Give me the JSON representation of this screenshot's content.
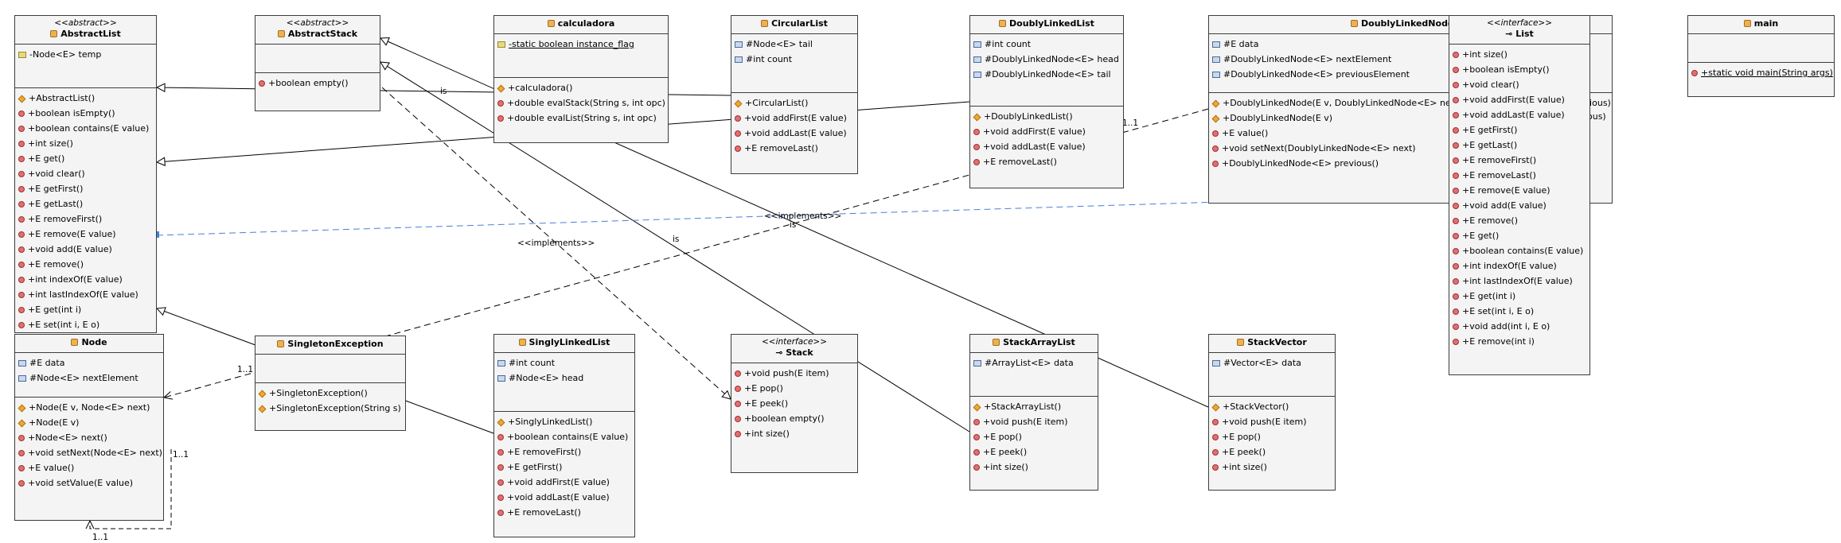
{
  "classes": {
    "abstract_list": {
      "stereotype": "<<abstract>>",
      "name": "AbstractList",
      "fields": [
        "-Node<E> temp"
      ],
      "methods": [
        "+AbstractList()",
        "+boolean isEmpty()",
        "+boolean contains(E value)",
        "+int size()",
        "+E get()",
        "+void clear()",
        "+E getFirst()",
        "+E getLast()",
        "+E removeFirst()",
        "+E remove(E value)",
        "+void add(E value)",
        "+E remove()",
        "+int indexOf(E value)",
        "+int lastIndexOf(E value)",
        "+E get(int i)",
        "+E set(int i, E o)"
      ]
    },
    "abstract_stack": {
      "stereotype": "<<abstract>>",
      "name": "AbstractStack",
      "methods": [
        "+boolean empty()"
      ]
    },
    "calculadora": {
      "name": "calculadora",
      "fields": [
        "-static boolean instance_flag"
      ],
      "methods": [
        "+calculadora()",
        "+double evalStack(String s, int opc)",
        "+double evalList(String s, int opc)"
      ]
    },
    "circular_list": {
      "name": "CircularList",
      "fields": [
        "#Node<E> tail",
        "#int count"
      ],
      "methods": [
        "+CircularList()",
        "+void addFirst(E value)",
        "+void addLast(E value)",
        "+E removeLast()"
      ]
    },
    "doubly_linked_list": {
      "name": "DoublyLinkedList",
      "fields": [
        "#int count",
        "#DoublyLinkedNode<E> head",
        "#DoublyLinkedNode<E> tail"
      ],
      "methods": [
        "+DoublyLinkedList()",
        "+void addFirst(E value)",
        "+void addLast(E value)",
        "+E removeLast()"
      ]
    },
    "doubly_linked_node": {
      "name": "DoublyLinkedNode",
      "fields": [
        "#E data",
        "#DoublyLinkedNode<E> nextElement",
        "#DoublyLinkedNode<E> previousElement"
      ],
      "methods": [
        "+DoublyLinkedNode(E v, DoublyLinkedNode<E> next, DoublyLinkedNode<E> previous)",
        "+DoublyLinkedNode(E v)",
        "+E value()",
        "+void setNext(DoublyLinkedNode<E> next)",
        "+DoublyLinkedNode<E> previous()"
      ]
    },
    "list_iface": {
      "stereotype": "<<interface>>",
      "name": "List",
      "methods": [
        "+int size()",
        "+boolean isEmpty()",
        "+void clear()",
        "+void addFirst(E value)",
        "+void addLast(E value)",
        "+E getFirst()",
        "+E getLast()",
        "+E removeFirst()",
        "+E removeLast()",
        "+E remove(E value)",
        "+void add(E value)",
        "+E remove()",
        "+E get()",
        "+boolean contains(E value)",
        "+int indexOf(E value)",
        "+int lastIndexOf(E value)",
        "+E get(int i)",
        "+E set(int i, E o)",
        "+void add(int i, E o)",
        "+E remove(int i)"
      ]
    },
    "main": {
      "name": "main",
      "methods": [
        "+static void main(String args)"
      ]
    },
    "node": {
      "name": "Node",
      "fields": [
        "#E data",
        "#Node<E> nextElement"
      ],
      "methods": [
        "+Node(E v, Node<E> next)",
        "+Node(E v)",
        "+Node<E> next()",
        "+void setNext(Node<E> next)",
        "+E value()",
        "+void setValue(E value)"
      ]
    },
    "singleton_exception": {
      "name": "SingletonException",
      "methods": [
        "+SingletonException()",
        "+SingletonException(String s)"
      ]
    },
    "singly_linked_list": {
      "name": "SinglyLinkedList",
      "fields": [
        "#int count",
        "#Node<E> head"
      ],
      "methods": [
        "+SinglyLinkedList()",
        "+boolean contains(E value)",
        "+E removeFirst()",
        "+E getFirst()",
        "+void addFirst(E value)",
        "+void addLast(E value)",
        "+E removeLast()"
      ]
    },
    "stack_iface": {
      "stereotype": "<<interface>>",
      "name": "Stack",
      "methods": [
        "+void push(E item)",
        "+E pop()",
        "+E peek()",
        "+boolean empty()",
        "+int size()"
      ]
    },
    "stack_array_list": {
      "name": "StackArrayList",
      "fields": [
        "#ArrayList<E> data"
      ],
      "methods": [
        "+StackArrayList()",
        "+void push(E item)",
        "+E pop()",
        "+E peek()",
        "+int size()"
      ]
    },
    "stack_vector": {
      "name": "StackVector",
      "fields": [
        "#Vector<E> data"
      ],
      "methods": [
        "+StackVector()",
        "+void push(E item)",
        "+E pop()",
        "+E peek()",
        "+int size()"
      ]
    }
  },
  "edge_labels": {
    "is": "is",
    "implements": "<<implements>>",
    "mult_one": "1..1",
    "partial_method": "ous)"
  },
  "colors": {
    "class_fill": "#f4f4f4",
    "border": "#3c3c3c",
    "dependency_blue": "#4a7fd4",
    "line": "#000000"
  }
}
